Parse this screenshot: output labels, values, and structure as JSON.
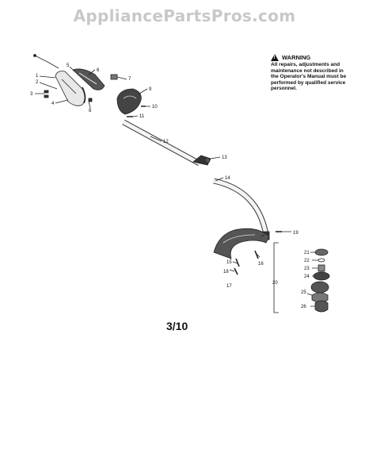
{
  "watermark": "AppliancePartsPros.com",
  "warning": {
    "title": "WARNING",
    "body": "All repairs, adjustments and maintenance not described in the Operator's Manual must be performed by qualified service personnel."
  },
  "page_number": "3/10",
  "callouts": [
    "1",
    "2",
    "3",
    "4",
    "5",
    "6",
    "7",
    "8",
    "9",
    "10",
    "11",
    "12",
    "13",
    "14",
    "15",
    "16",
    "17",
    "18",
    "19",
    "20",
    "21",
    "22",
    "23",
    "24",
    "25",
    "26"
  ]
}
